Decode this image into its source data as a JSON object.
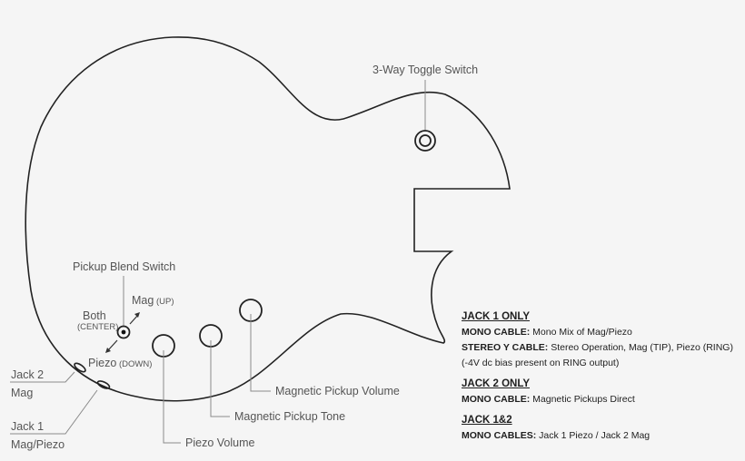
{
  "colors": {
    "background": "#f5f5f5",
    "outline": "#222222",
    "leader_line": "#8a8a8a",
    "label_text": "#555555",
    "notes_text": "#1e1e1e"
  },
  "labels": {
    "toggle_switch": "3-Way Toggle Switch",
    "blend_switch": "Pickup Blend Switch",
    "blend_mag": "Mag",
    "blend_mag_pos": "(UP)",
    "blend_both": "Both",
    "blend_both_pos": "(CENTER)",
    "blend_piezo": "Piezo",
    "blend_piezo_pos": "(DOWN)",
    "jack2_name": "Jack 2",
    "jack2_desc": "Mag",
    "jack1_name": "Jack 1",
    "jack1_desc": "Mag/Piezo",
    "mag_volume": "Magnetic Pickup Volume",
    "mag_tone": "Magnetic Pickup Tone",
    "piezo_volume": "Piezo Volume"
  },
  "notes": [
    {
      "heading": "JACK 1 ONLY",
      "lines": [
        {
          "key": "MONO CABLE:",
          "value": " Mono Mix of Mag/Piezo"
        },
        {
          "key": "STEREO Y CABLE:",
          "value": " Stereo Operation, Mag (TIP), Piezo (RING)"
        },
        {
          "key": "",
          "value": "(-4V dc bias present on RING output)"
        }
      ]
    },
    {
      "heading": "JACK 2 ONLY",
      "lines": [
        {
          "key": "MONO CABLE:",
          "value": " Magnetic Pickups Direct"
        }
      ]
    },
    {
      "heading": "JACK 1&2",
      "lines": [
        {
          "key": "MONO CABLES:",
          "value": " Jack 1 Piezo / Jack 2 Mag"
        }
      ]
    }
  ]
}
